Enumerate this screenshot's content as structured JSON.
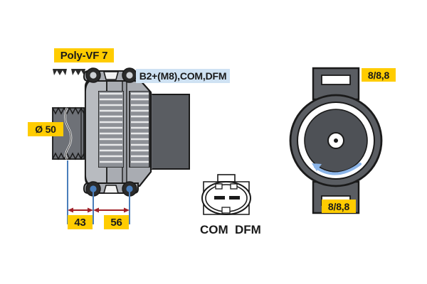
{
  "diagram": {
    "title": "Alternator technical drawing",
    "background_color": "#ffffff"
  },
  "colors": {
    "label_yellow": "#ffcc00",
    "label_blue": "#cfe2f3",
    "dimension_red": "#a02028",
    "extension_blue": "#4a7ebb",
    "rotation_arrow_blue": "#8ab4e8",
    "body_light_gray": "#b0b3b8",
    "body_mid_gray": "#8d9096",
    "body_dark_gray": "#5a5d62",
    "outline_black": "#1a1a1a"
  },
  "labels": {
    "belt_spec": "Poly-VF 7",
    "terminal_spec": "B2+(M8),COM,DFM",
    "pulley_diameter": "Ø 50",
    "dimension_43": "43",
    "dimension_56": "56",
    "torque_top": "8/8,8",
    "torque_bottom": "8/8,8",
    "connector_pin_left": "COM",
    "connector_pin_right": "DFM"
  },
  "views": {
    "side_view": {
      "name": "alternator-side-view",
      "features": [
        "pulley",
        "drive-end-housing",
        "ventilation-slots",
        "rear-housing",
        "mounting-lugs"
      ]
    },
    "connector_view": {
      "name": "connector-plug-view",
      "terminal_count": 2
    },
    "end_view": {
      "name": "alternator-end-view",
      "features": [
        "mounting-flange-top",
        "mounting-flange-bottom",
        "rotor-hub",
        "rotation-arrow"
      ],
      "rotation_direction": "counter-clockwise"
    }
  },
  "icons": {
    "belt_profile": "v-belt-groove-icon",
    "diameter_symbol": "Ø"
  }
}
